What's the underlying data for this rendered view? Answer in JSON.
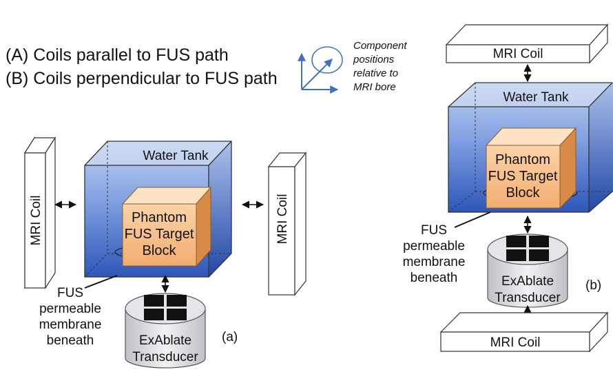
{
  "legend": {
    "line_a": "(A) Coils parallel to FUS path",
    "line_b": "(B) Coils perpendicular to FUS path"
  },
  "orientation_note": [
    "Component",
    "positions",
    "relative to",
    "MRI bore"
  ],
  "panel_a": {
    "coil_left": "MRI Coil",
    "coil_right": "MRI Coil",
    "tank": "Water Tank",
    "block": [
      "Phantom",
      "FUS Target",
      "Block"
    ],
    "membrane": [
      "FUS",
      "permeable",
      "membrane",
      "beneath"
    ],
    "transducer": [
      "ExAblate",
      "Transducer"
    ],
    "tag": "(a)"
  },
  "panel_b": {
    "coil_top": "MRI Coil",
    "coil_bottom": "MRI Coil",
    "tank": "Water Tank",
    "block": [
      "Phantom",
      "FUS Target",
      "Block"
    ],
    "membrane": [
      "FUS",
      "permeable",
      "membrane",
      "beneath"
    ],
    "transducer": [
      "ExAblate",
      "Transducer"
    ],
    "tag": "(b)"
  },
  "colors": {
    "water_top": "#b7c9ec",
    "water_bottom": "#2c55b8",
    "block_front": "#f6c08a",
    "block_side": "#d98b45",
    "axis": "#3f6fc4",
    "transducer_body": "#d9dadd"
  }
}
